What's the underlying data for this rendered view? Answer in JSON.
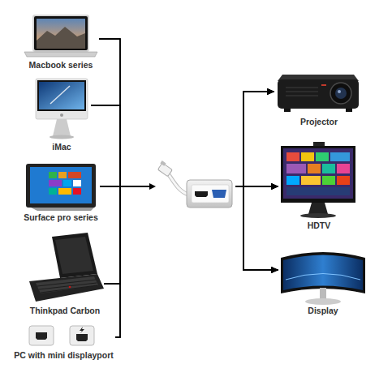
{
  "diagram": {
    "nodes": [
      {
        "text": [
          "Macbook series"
        ]
      },
      {
        "text": [
          "iMac"
        ]
      },
      {
        "text": [
          "Surface pro series"
        ]
      },
      {
        "text": [
          "Thinkpad Carbon"
        ]
      },
      {
        "text": [
          "PC with mini displayport"
        ]
      },
      {
        "text": [
          "Projector"
        ]
      },
      {
        "text": [
          "HDTV"
        ]
      },
      {
        "text": [
          "Display"
        ]
      }
    ],
    "edges": [
      {
        "from": 0,
        "to": 5,
        "arrow": "to"
      },
      {
        "from": 0,
        "to": 6,
        "arrow": "to"
      },
      {
        "from": 0,
        "to": 7,
        "arrow": "to"
      },
      {
        "from": 1,
        "to": 5,
        "arrow": "to"
      },
      {
        "from": 1,
        "to": 6,
        "arrow": "to"
      },
      {
        "from": 1,
        "to": 7,
        "arrow": "to"
      },
      {
        "from": 2,
        "to": 5,
        "arrow": "to"
      },
      {
        "from": 2,
        "to": 6,
        "arrow": "to"
      },
      {
        "from": 2,
        "to": 7,
        "arrow": "to"
      },
      {
        "from": 3,
        "to": 5,
        "arrow": "to"
      },
      {
        "from": 3,
        "to": 6,
        "arrow": "to"
      },
      {
        "from": 3,
        "to": 7,
        "arrow": "to"
      },
      {
        "from": 4,
        "to": 5,
        "arrow": "to"
      },
      {
        "from": 4,
        "to": 6,
        "arrow": "to"
      },
      {
        "from": 4,
        "to": 7,
        "arrow": "to"
      }
    ]
  }
}
